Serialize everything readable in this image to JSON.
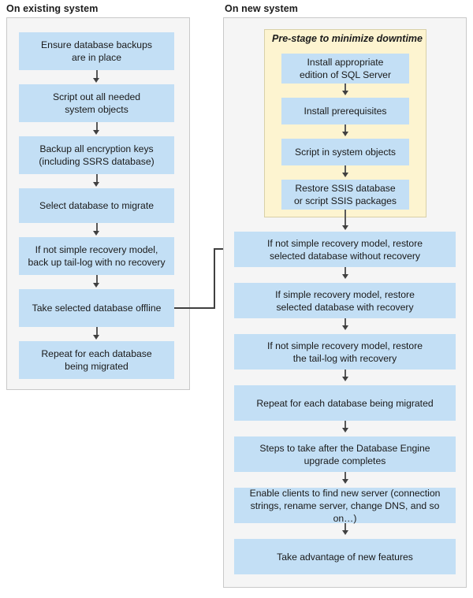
{
  "diagram": {
    "title_existing": "On existing system",
    "title_new": "On new system",
    "colors": {
      "box_fill": "#c3dff5",
      "panel_fill": "#f5f5f5",
      "panel_border": "#c9c9c9",
      "prestage_fill": "#fdf4d0",
      "prestage_border": "#d8d0a8",
      "connector": "#404040",
      "text": "#1a1a1a"
    }
  },
  "existing_system": {
    "heading": "On existing system",
    "steps": [
      {
        "id": "ensure-backups",
        "line1": "Ensure database backups",
        "line2": "are in place"
      },
      {
        "id": "script-system-objects",
        "line1": "Script out all needed",
        "line2": "system objects"
      },
      {
        "id": "backup-encryption-keys",
        "line1": "Backup all encryption keys",
        "line2": "(including SSRS database)"
      },
      {
        "id": "select-database",
        "line1": "Select database to migrate",
        "line2": ""
      },
      {
        "id": "backup-tail-log",
        "line1": "If not simple recovery model,",
        "line2": "back up tail-log with no recovery"
      },
      {
        "id": "take-offline",
        "line1": "Take selected database offline",
        "line2": ""
      },
      {
        "id": "repeat-each-database",
        "line1": "Repeat for each database",
        "line2": "being migrated"
      }
    ]
  },
  "new_system": {
    "heading": "On new system",
    "prestage": {
      "title": "Pre-stage to minimize downtime",
      "steps": [
        {
          "id": "install-sql-server",
          "line1": "Install appropriate",
          "line2": "edition of SQL Server"
        },
        {
          "id": "install-prereqs",
          "line1": "Install prerequisites",
          "line2": ""
        },
        {
          "id": "script-in-objects",
          "line1": "Script in system objects",
          "line2": ""
        },
        {
          "id": "restore-ssis",
          "line1": "Restore SSIS database",
          "line2": "or script SSIS packages"
        }
      ]
    },
    "steps": [
      {
        "id": "restore-without-recovery",
        "line1": "If not simple recovery model, restore",
        "line2": "selected database without recovery"
      },
      {
        "id": "restore-with-recovery",
        "line1": "If simple recovery model, restore",
        "line2": "selected database with recovery"
      },
      {
        "id": "restore-tail-log",
        "line1": "If not simple recovery model, restore",
        "line2": "the tail-log with recovery"
      },
      {
        "id": "repeat-each-database",
        "line1": "Repeat for each database being migrated",
        "line2": ""
      },
      {
        "id": "post-upgrade-steps",
        "line1": "Steps to take after the Database Engine",
        "line2": "upgrade completes"
      },
      {
        "id": "enable-clients",
        "line1": "Enable clients to find new server (connection",
        "line2": "strings, rename server, change DNS, and so on…)"
      },
      {
        "id": "take-advantage",
        "line1": "Take advantage of new features",
        "line2": ""
      }
    ]
  },
  "connector": {
    "from": "take-offline",
    "to": "restore-without-recovery",
    "label": ""
  }
}
